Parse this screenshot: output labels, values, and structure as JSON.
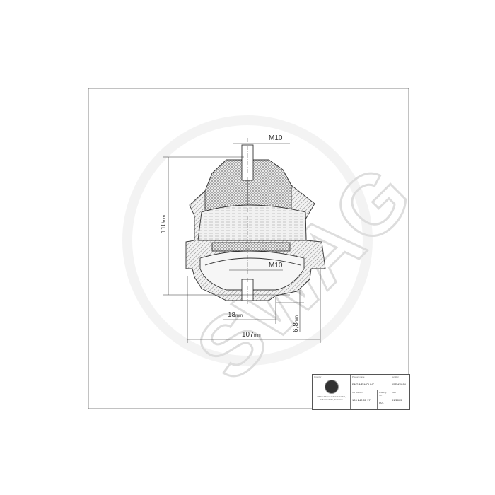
{
  "drawing": {
    "dimensions": {
      "thread_top": "M10",
      "thread_bottom": "M10",
      "height_value": "110",
      "height_unit": "mm",
      "width_value": "107",
      "width_unit": "mm",
      "offset_value": "18",
      "offset_unit": "mm",
      "step_value": "6,8",
      "step_unit": "mm"
    },
    "watermark": "SWAG",
    "colors": {
      "line": "#333333",
      "hatch": "#777777",
      "fill": "#e8e8e8"
    }
  },
  "title_block": {
    "importer_label": "Importer",
    "importer_text": "SWAG Wagner Autoteile GmbH, Industriestraße, Germany",
    "product_label": "Product name",
    "product_value": "ENGINE MOUNT",
    "symbol_label": "Symbol",
    "symbol_value": "15SMY014",
    "oe_label": "OE Number",
    "oe_value": "124 240 01 17",
    "drawing_label": "Drawing No.",
    "drawing_value": "001",
    "date_label": "Date",
    "date_value": "01/2005"
  }
}
